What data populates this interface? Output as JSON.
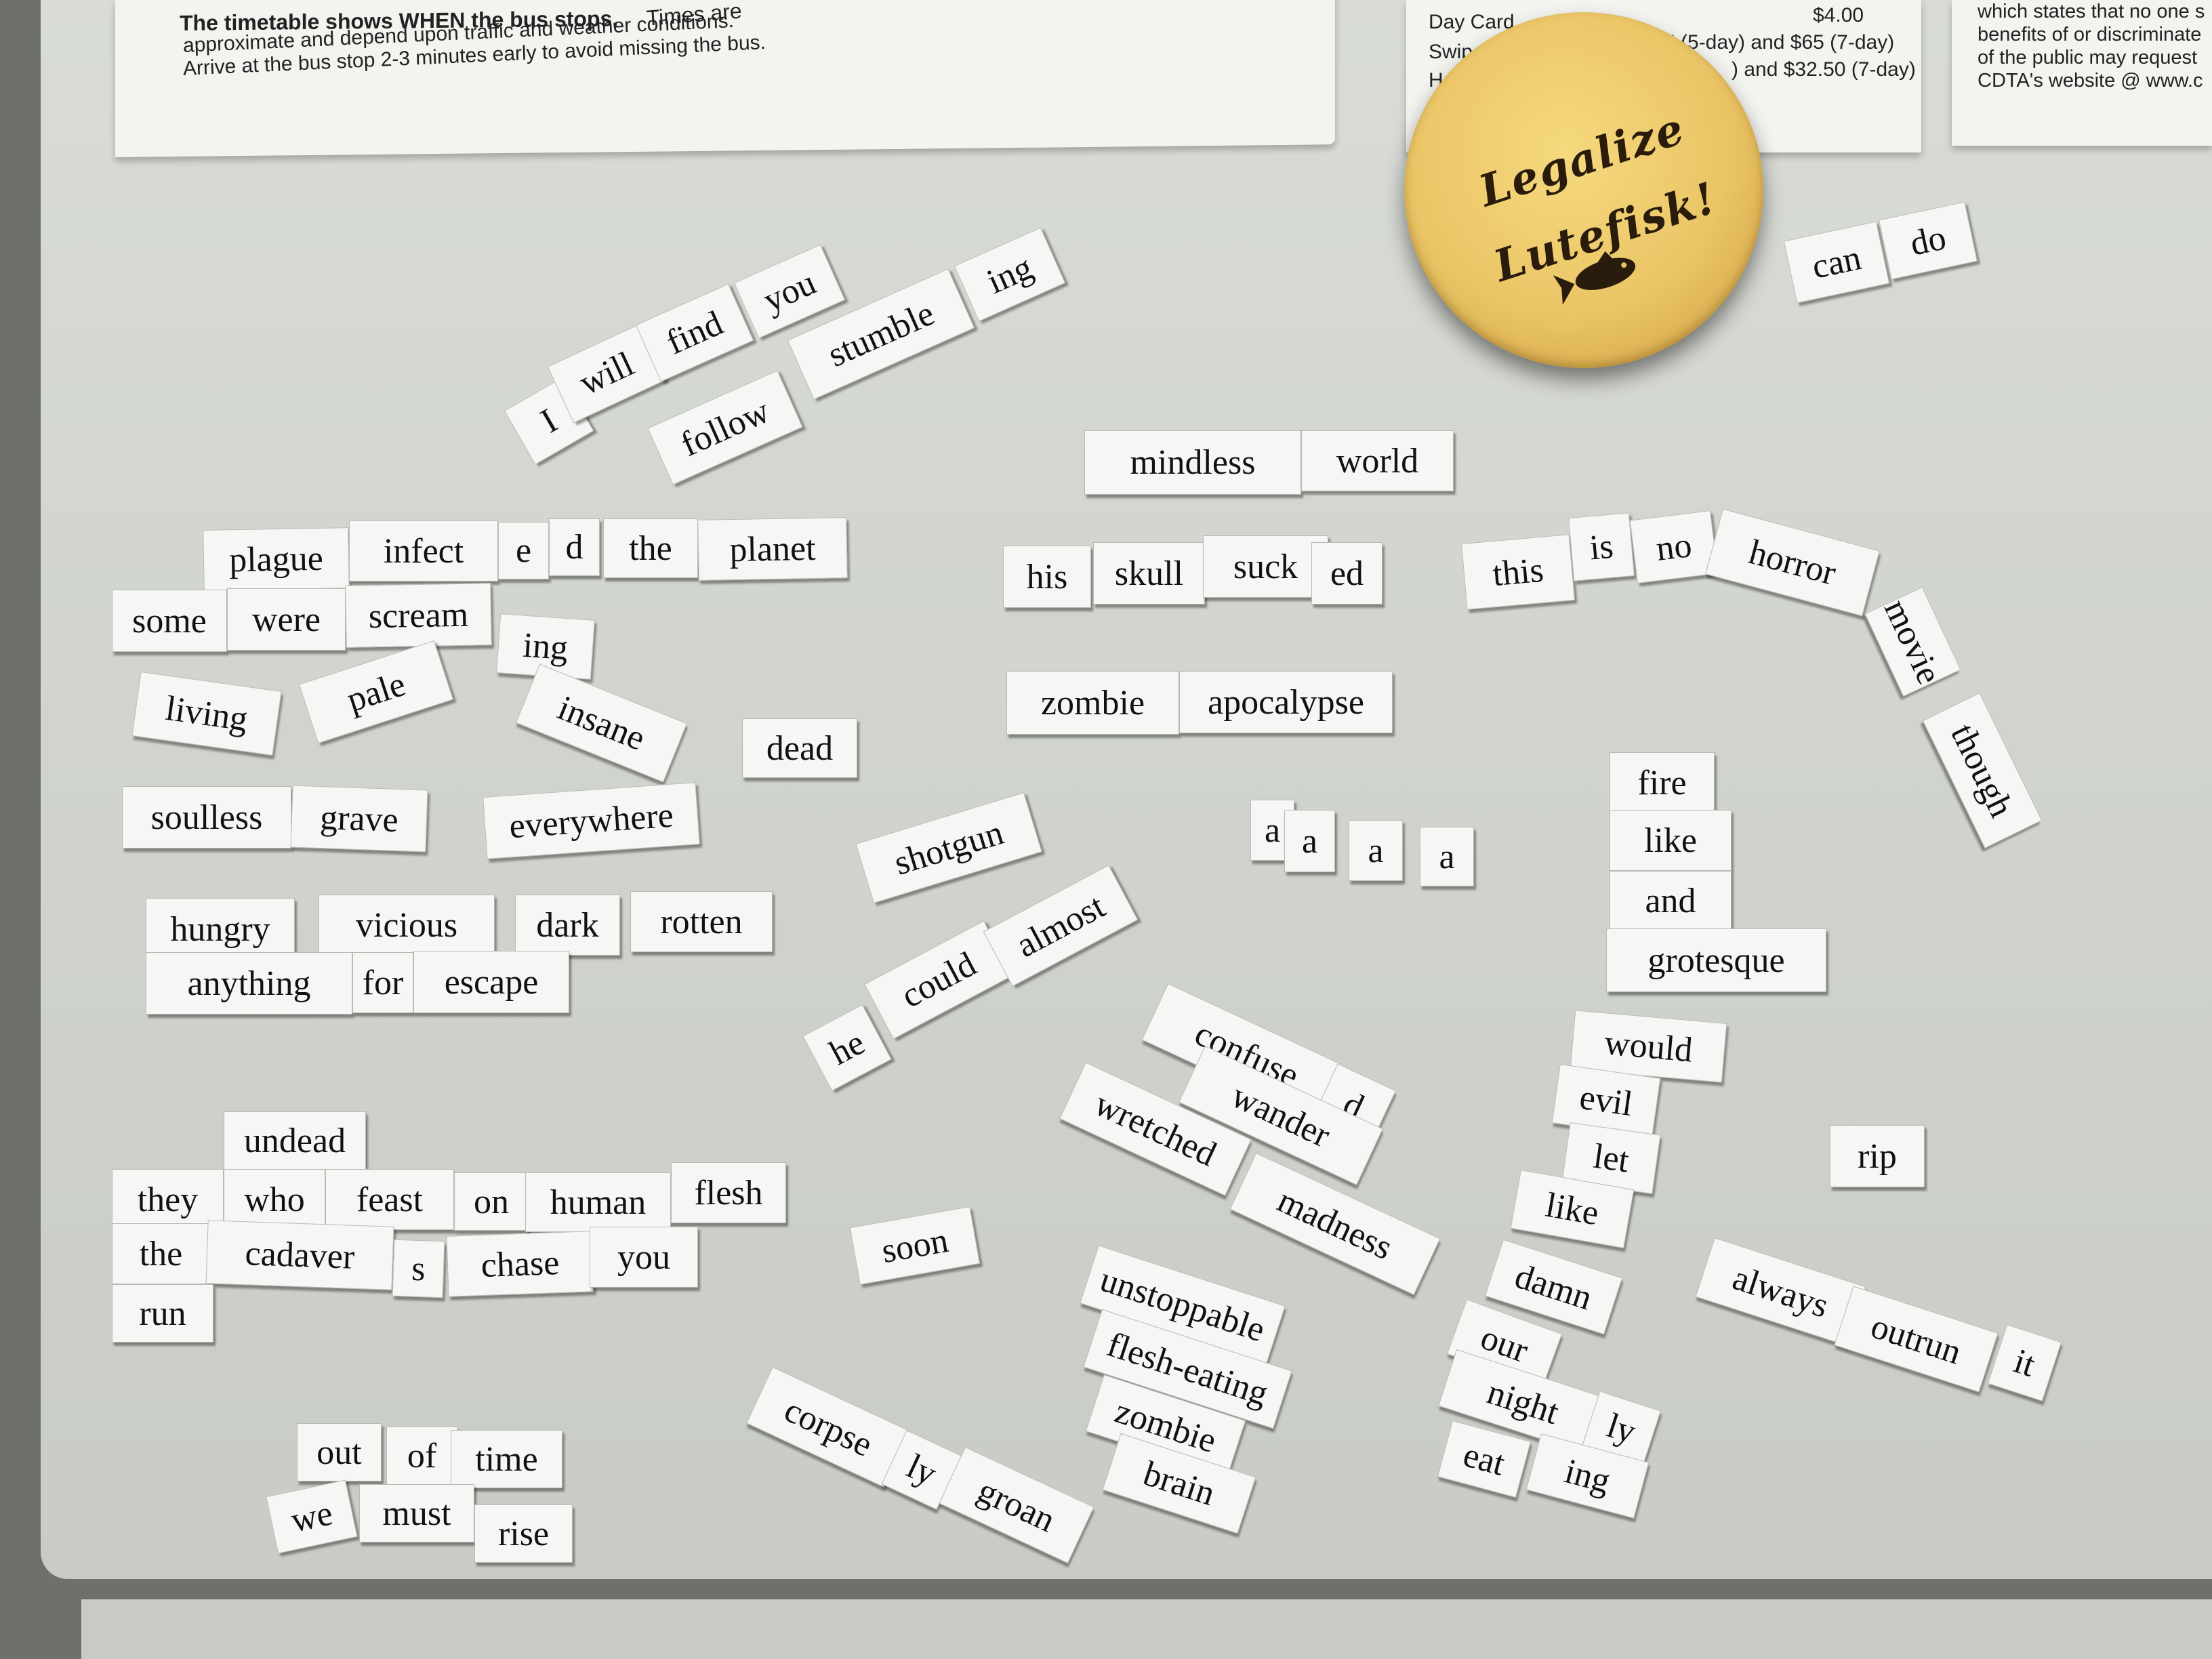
{
  "timetable": {
    "line1": "The timetable shows WHEN the bus stops.",
    "line1b": "Times are",
    "line2": "approximate and depend upon traffic and weather conditions.",
    "line3": "Arrive at the bus stop 2-3 minutes early to avoid missing the bus."
  },
  "fares": {
    "row1": "Day Card",
    "row1_price": "$4.00",
    "row2": "Swipe",
    "row2_price": "5 (5-day) and $65 (7-day)",
    "row3": "Ha",
    "row3_price": ") and $32.50 (7-day)"
  },
  "notice": {
    "line1": "which states that no one s",
    "line2": "benefits of or discriminate",
    "line3": "of the public may request",
    "line4": "CDTA's website @ www.c"
  },
  "button": {
    "line1": "Legalize",
    "line2": "Lutefisk!",
    "icon": "fish-icon"
  },
  "magnets": [
    {
      "text": "I"
    },
    {
      "text": "will"
    },
    {
      "text": "find"
    },
    {
      "text": "you"
    },
    {
      "text": "follow"
    },
    {
      "text": "stumble"
    },
    {
      "text": "ing"
    },
    {
      "text": "can"
    },
    {
      "text": "do"
    },
    {
      "text": "mindless"
    },
    {
      "text": "world"
    },
    {
      "text": "plague"
    },
    {
      "text": "infect"
    },
    {
      "text": "e"
    },
    {
      "text": "d"
    },
    {
      "text": "the"
    },
    {
      "text": "planet"
    },
    {
      "text": "some"
    },
    {
      "text": "were"
    },
    {
      "text": "scream"
    },
    {
      "text": "ing"
    },
    {
      "text": "living"
    },
    {
      "text": "pale"
    },
    {
      "text": "insane"
    },
    {
      "text": "dead"
    },
    {
      "text": "soulless"
    },
    {
      "text": "grave"
    },
    {
      "text": "everywhere"
    },
    {
      "text": "hungry"
    },
    {
      "text": "vicious"
    },
    {
      "text": "dark"
    },
    {
      "text": "rotten"
    },
    {
      "text": "anything"
    },
    {
      "text": "for"
    },
    {
      "text": "escape"
    },
    {
      "text": "his"
    },
    {
      "text": "skull"
    },
    {
      "text": "suck"
    },
    {
      "text": "ed"
    },
    {
      "text": "this"
    },
    {
      "text": "is"
    },
    {
      "text": "no"
    },
    {
      "text": "horror"
    },
    {
      "text": "movie"
    },
    {
      "text": "though"
    },
    {
      "text": "zombie"
    },
    {
      "text": "apocalypse"
    },
    {
      "text": "fire"
    },
    {
      "text": "like"
    },
    {
      "text": "and"
    },
    {
      "text": "grotesque"
    },
    {
      "text": "a"
    },
    {
      "text": "a"
    },
    {
      "text": "a"
    },
    {
      "text": "a"
    },
    {
      "text": "shotgun"
    },
    {
      "text": "he"
    },
    {
      "text": "could"
    },
    {
      "text": "almost"
    },
    {
      "text": "confuse"
    },
    {
      "text": "d"
    },
    {
      "text": "wander"
    },
    {
      "text": "wretched"
    },
    {
      "text": "madness"
    },
    {
      "text": "would"
    },
    {
      "text": "evil"
    },
    {
      "text": "let"
    },
    {
      "text": "like"
    },
    {
      "text": "rip"
    },
    {
      "text": "undead"
    },
    {
      "text": "they"
    },
    {
      "text": "who"
    },
    {
      "text": "feast"
    },
    {
      "text": "on"
    },
    {
      "text": "human"
    },
    {
      "text": "flesh"
    },
    {
      "text": "the"
    },
    {
      "text": "cadaver"
    },
    {
      "text": "s"
    },
    {
      "text": "chase"
    },
    {
      "text": "you"
    },
    {
      "text": "run"
    },
    {
      "text": "soon"
    },
    {
      "text": "unstoppable"
    },
    {
      "text": "flesh-eating"
    },
    {
      "text": "zombie"
    },
    {
      "text": "brain"
    },
    {
      "text": "damn"
    },
    {
      "text": "our"
    },
    {
      "text": "night"
    },
    {
      "text": "ly"
    },
    {
      "text": "eat"
    },
    {
      "text": "ing"
    },
    {
      "text": "always"
    },
    {
      "text": "outrun"
    },
    {
      "text": "it"
    },
    {
      "text": "out"
    },
    {
      "text": "of"
    },
    {
      "text": "time"
    },
    {
      "text": "we"
    },
    {
      "text": "must"
    },
    {
      "text": "rise"
    },
    {
      "text": "corpse"
    },
    {
      "text": "ly"
    },
    {
      "text": "groan"
    }
  ]
}
